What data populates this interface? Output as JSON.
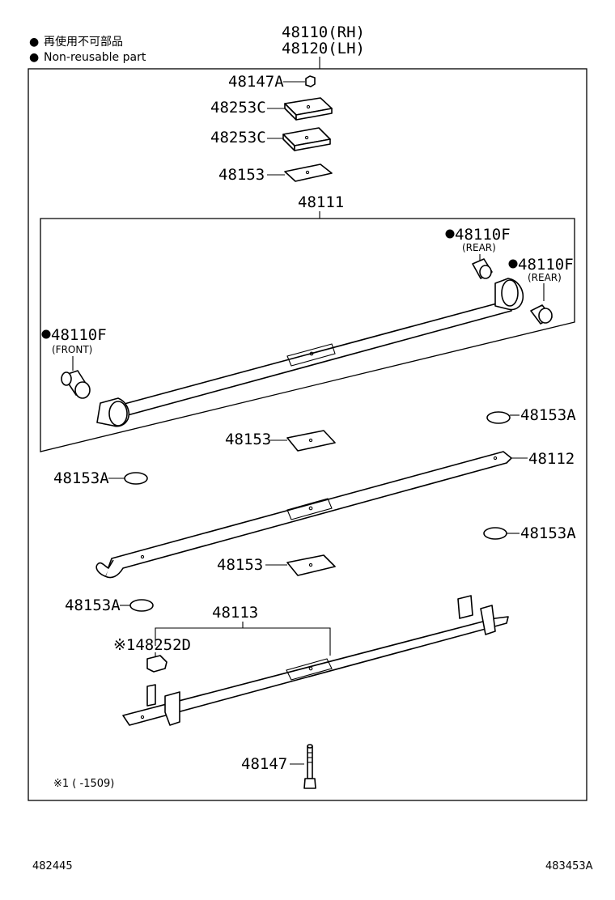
{
  "legend": {
    "bullet_jp": "●",
    "jp": "再使用不可部品",
    "bullet_en": "●",
    "en": "Non-reusable part"
  },
  "header": {
    "rh": "48110(RH)",
    "lh": "48120(LH)"
  },
  "labels": {
    "nut": "48147A",
    "plate1": "48253C",
    "plate2": "48253C",
    "pad_top": "48153",
    "leaf_assy": "48111",
    "bush_rear1": "48110F",
    "bush_rear1_note": "(REAR)",
    "bush_rear2": "48110F",
    "bush_rear2_note": "(REAR)",
    "bush_front": "48110F",
    "bush_front_note": "(FRONT)",
    "disc_r1": "48153A",
    "pad_mid": "48153",
    "leaf2": "48112",
    "disc_l1": "48153A",
    "disc_r2": "48153A",
    "pad_low": "48153",
    "disc_l2": "48153A",
    "leaf3": "48113",
    "clip": "※148252D",
    "bolt": "48147",
    "footnote": "※1 (     -1509)"
  },
  "footer": {
    "left": "482445",
    "right": "483453A"
  }
}
